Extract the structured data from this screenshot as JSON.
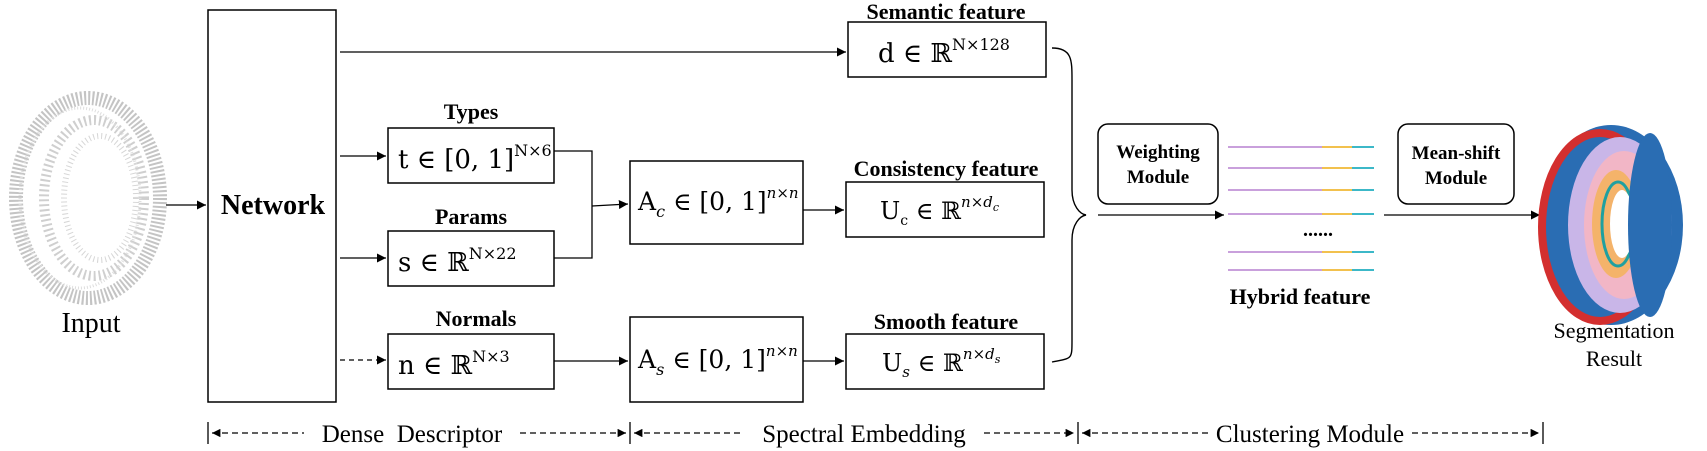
{
  "input_label": "Input",
  "network_label": "Network",
  "semantic": {
    "title": "Semantic feature",
    "base": "d ∈ ℝ",
    "sup": "N×128"
  },
  "types": {
    "title": "Types",
    "base": "t ∈ [0, 1]",
    "sup": "N×6"
  },
  "params": {
    "title": "Params",
    "base": "s ∈ ℝ",
    "sup": "N×22"
  },
  "normals": {
    "title": "Normals",
    "base": "n ∈ ℝ",
    "sup": "N×3"
  },
  "ac": {
    "base": "A",
    "sub": "c",
    "rest": " ∈ [0, 1]",
    "sup": "n×n"
  },
  "as": {
    "base": "A",
    "sub": "s",
    "rest": " ∈ [0, 1]",
    "sup": "n×n"
  },
  "consistency": {
    "title": "Consistency feature",
    "base": "U",
    "sub": "c",
    "rest": " ∈ ℝ",
    "sup": "n×d",
    "supsub": "c"
  },
  "smooth": {
    "title": "Smooth feature",
    "base": "U",
    "sub": "s",
    "rest": " ∈ ℝ",
    "sup": "n×d",
    "supsub": "s"
  },
  "weighting": {
    "line1": "Weighting",
    "line2": "Module"
  },
  "meanshift": {
    "line1": "Mean-shift",
    "line2": "Module"
  },
  "hybrid": {
    "title": "Hybrid feature",
    "dots": "......"
  },
  "result": {
    "line1": "Segmentation",
    "line2": "Result"
  },
  "sections": {
    "dense": "Dense  Descriptor",
    "spectral": "Spectral Embedding",
    "clustering": "Clustering Module"
  },
  "colors": {
    "line": "#000000",
    "hybrid_purple": "#c9a0dc",
    "hybrid_yellow": "#f2c14e",
    "hybrid_cyan": "#3cb8c8",
    "pointcloud": "#bdbdbd",
    "seg_blue": "#2a6db3",
    "seg_red": "#d32f2f",
    "seg_pink": "#f2b6c6",
    "seg_orange": "#f4b36a",
    "seg_lavender": "#c9b6e8",
    "seg_teal": "#1fa0a0"
  }
}
